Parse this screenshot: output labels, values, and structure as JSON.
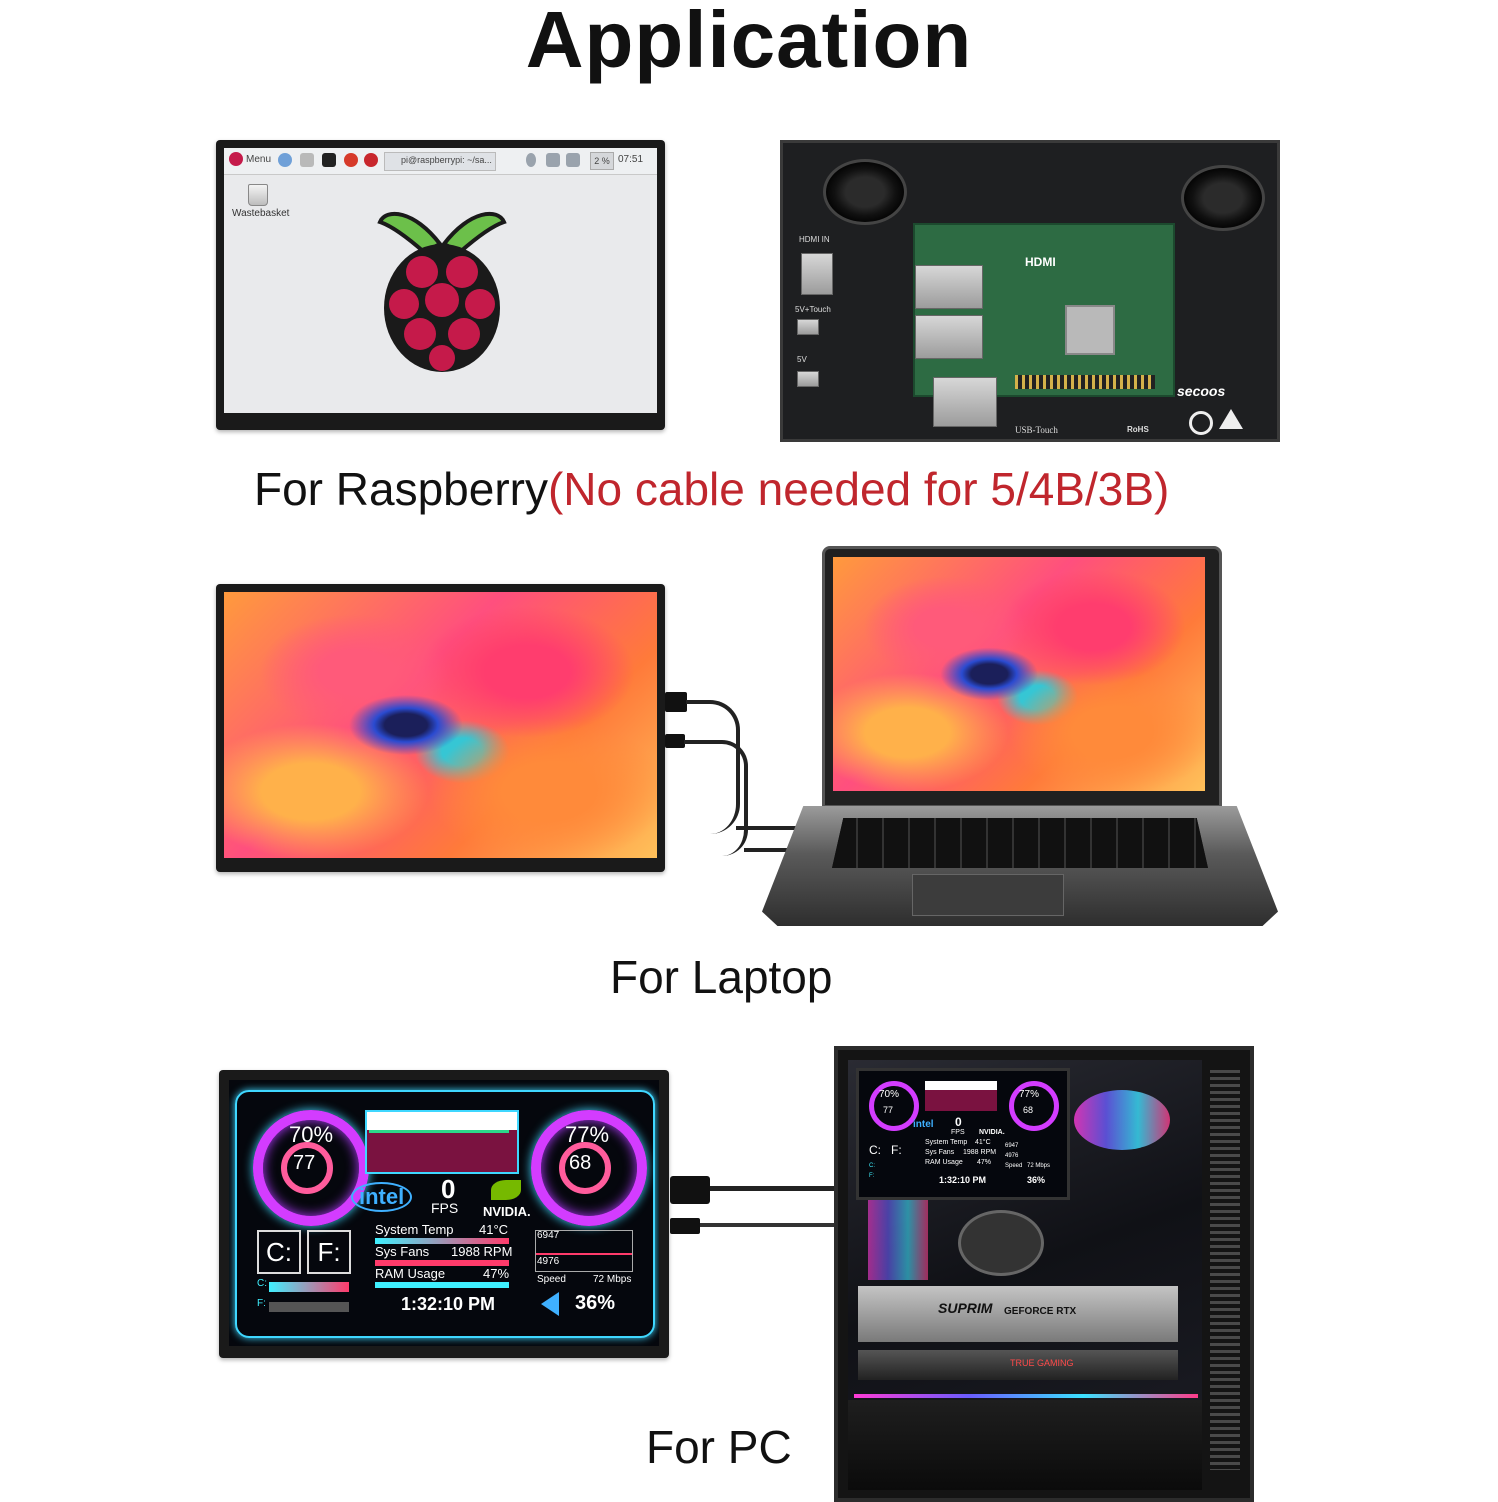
{
  "heading": "Application",
  "sections": {
    "raspberry": {
      "caption_main": "For Raspberry",
      "caption_note": "(No cable needed for 5/4B/3B)",
      "desktop": {
        "menu_label": "Menu",
        "terminal_label": "pi@raspberrypi: ~/sa...",
        "cpu_label": "2 %",
        "clock": "07:51",
        "wastebasket_label": "Wastebasket"
      },
      "board_labels": {
        "hdmi_in": "HDMI IN",
        "hdmi": "HDMI",
        "touch_5v": "5V+Touch",
        "v5": "5V",
        "usb_touch": "USB-Touch",
        "rohs": "RoHS",
        "brand": "secoos"
      }
    },
    "laptop": {
      "caption": "For Laptop"
    },
    "pc": {
      "caption": "For PC",
      "monitor": {
        "cpu_percent": "70%",
        "cpu_temp": "77",
        "gpu_percent": "77%",
        "gpu_temp": "68",
        "fps_value": "0",
        "fps_label": "FPS",
        "intel_logo": "intel",
        "nvidia_logo": "NVIDIA.",
        "system_temp_label": "System Temp",
        "system_temp_value": "41°C",
        "sys_fans_label": "Sys Fans",
        "sys_fans_value": "1988 RPM",
        "ram_usage_label": "RAM Usage",
        "ram_usage_value": "47%",
        "drive_c": "C:",
        "drive_f": "F:",
        "drive_c_bar": "C:",
        "drive_f_bar": "F:",
        "net_up": "6947",
        "net_down": "4976",
        "speed_label": "Speed",
        "speed_value": "72 Mbps",
        "time": "1:32:10 PM",
        "volume": "36%"
      },
      "tower_labels": {
        "gpu_brand": "SUPRIM",
        "gpu_model": "GEFORCE RTX",
        "mb_label": "TRUE GAMING"
      }
    }
  }
}
